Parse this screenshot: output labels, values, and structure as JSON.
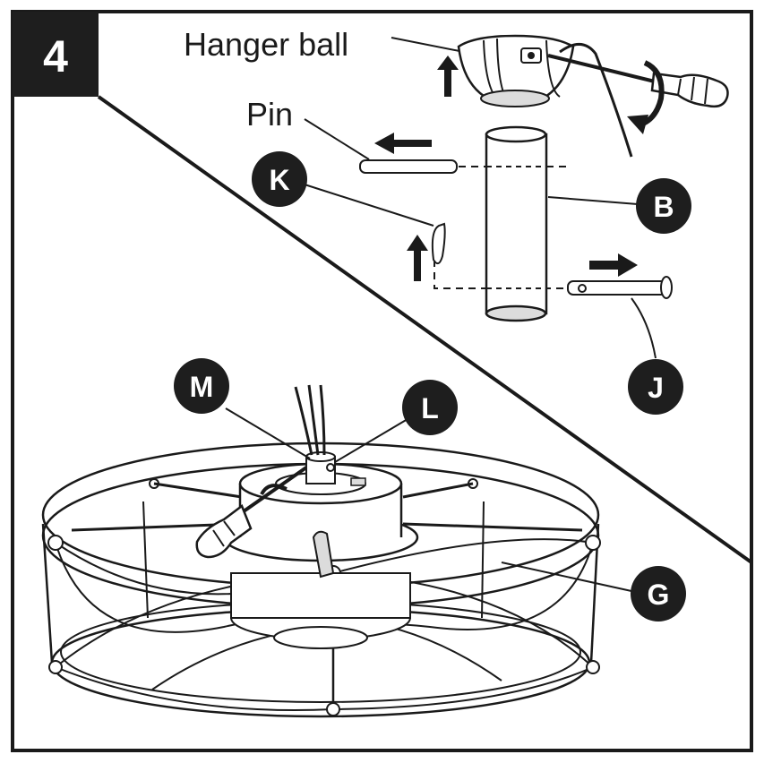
{
  "step": {
    "number": "4"
  },
  "labels": {
    "hanger_ball": "Hanger ball",
    "pin": "Pin"
  },
  "callouts": {
    "k": "K",
    "b": "B",
    "j": "J",
    "m": "M",
    "l": "L",
    "g": "G"
  },
  "colors": {
    "ink": "#1a1a1a",
    "badge": "#1e1e1e",
    "badge_text": "#ffffff",
    "part_fill": "#ffffff",
    "part_shade": "#dcdcdc"
  }
}
